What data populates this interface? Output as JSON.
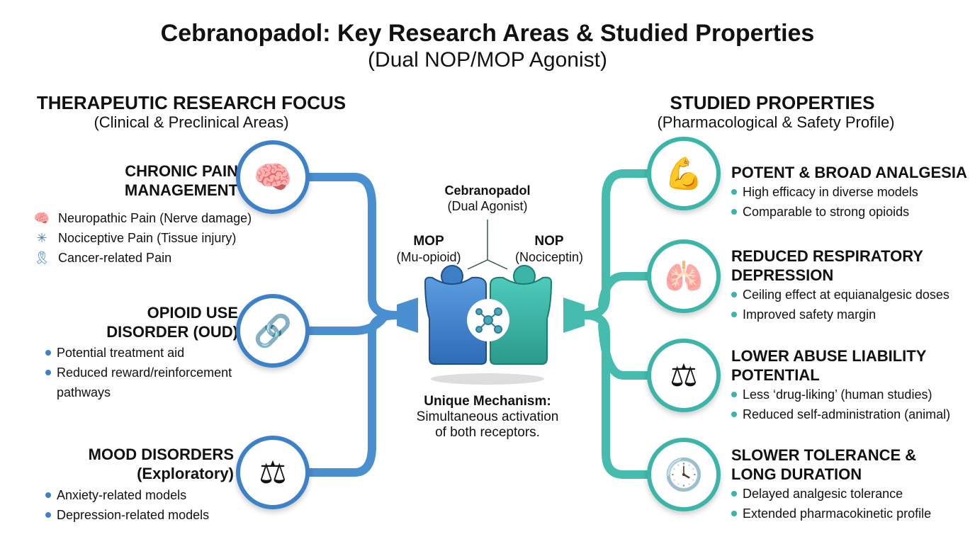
{
  "title": "Cebranopadol: Key Research Areas & Studied Properties",
  "subtitle": "(Dual NOP/MOP Agonist)",
  "left": {
    "heading": "THERAPEUTIC RESEARCH FOCUS",
    "subheading": "(Clinical & Preclinical Areas)",
    "sections": [
      {
        "title1": "CHRONIC PAIN",
        "title2": "MANAGEMENT",
        "icon": "brain-shield-icon",
        "items": [
          {
            "icon": "brain-icon",
            "text": "Neuropathic Pain (Nerve damage)"
          },
          {
            "icon": "nerve-icon",
            "text": "Nociceptive Pain (Tissue injury)"
          },
          {
            "icon": "ribbon-icon",
            "text": "Cancer-related Pain"
          }
        ]
      },
      {
        "title1": "OPIOID USE",
        "title2": "DISORDER (OUD)",
        "icon": "broken-chain-hands-icon",
        "items": [
          {
            "text": "Potential treatment aid"
          },
          {
            "text": "Reduced reward/reinforcement"
          },
          {
            "text": "pathways"
          }
        ]
      },
      {
        "title1": "MOOD DISORDERS",
        "title2": "(Exploratory)",
        "icon": "brain-balance-icon",
        "items": [
          {
            "text": "Anxiety-related models"
          },
          {
            "text": "Depression-related models"
          }
        ]
      }
    ]
  },
  "center": {
    "drug": "Cebranopadol",
    "drug_sub": "(Dual Agonist)",
    "mop": "MOP",
    "mop_sub": "(Mu-opioid)",
    "nop": "NOP",
    "nop_sub": "(Nociceptin)",
    "mech_title": "Unique Mechanism:",
    "mech1": "Simultaneous activation",
    "mech2": "of both receptors."
  },
  "right": {
    "heading": "STUDIED PROPERTIES",
    "subheading": "(Pharmacological & Safety Profile)",
    "sections": [
      {
        "title1": "POTENT & BROAD ANALGESIA",
        "title2": "",
        "icon": "flexed-arm-icon",
        "items": [
          "High efficacy in diverse models",
          "Comparable to strong opioids"
        ]
      },
      {
        "title1": "REDUCED RESPIRATORY",
        "title2": "DEPRESSION",
        "icon": "lungs-icon",
        "items": [
          "Ceiling effect at equianalgesic doses",
          "Improved safety margin"
        ]
      },
      {
        "title1": "LOWER ABUSE LIABILITY",
        "title2": "POTENTIAL",
        "icon": "scale-lock-icon",
        "items": [
          "Less ‘drug-liking’ (human studies)",
          "Reduced self-administration (animal)"
        ]
      },
      {
        "title1": "SLOWER TOLERANCE &",
        "title2": "LONG DURATION",
        "icon": "clock-icon",
        "items": [
          "Delayed analgesic tolerance",
          "Extended pharmacokinetic profile"
        ]
      }
    ]
  },
  "colors": {
    "blue": "#3d82c8",
    "teal": "#3bb5a7"
  }
}
